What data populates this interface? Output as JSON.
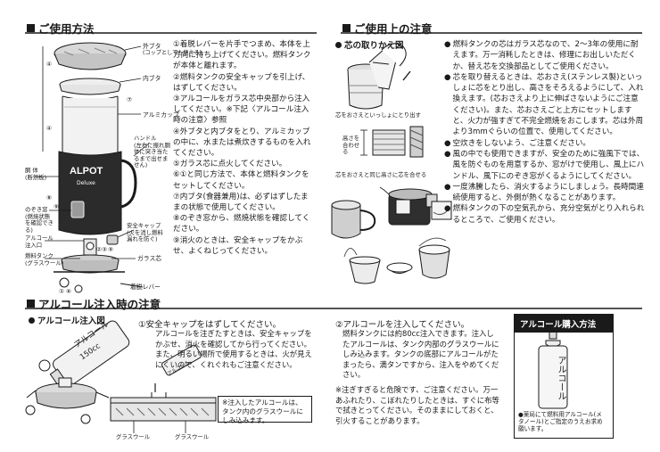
{
  "usage": {
    "title": "ご使用方法",
    "parts": {
      "outer_lid": "外ブタ",
      "outer_lid_note": "(コップとしても使える)",
      "inner_lid": "内ブタ",
      "aluminum_cup": "アルミカップ",
      "handle": "ハンドル",
      "handle_note": "(左右に振れ胴体に突き当たるまで出せません)",
      "body": "胴 体",
      "body_note": "(断熱板)",
      "window": "のぞき窓",
      "window_note": "(燃焼状態を確認できる)",
      "alcohol_inlet": "アルコール注入口",
      "fuel_tank": "燃料タンク",
      "fuel_tank_note": "(グラスウール)",
      "safety_cap": "安全キャップ",
      "safety_cap_note": "(火を消し燃料漏れを防ぐ)",
      "glass_core": "ガラス芯",
      "release_lever": "着脱レバー",
      "brand": "ALPOT",
      "brand_sub": "Deluxe"
    },
    "num_marks": [
      "④",
      "⑦",
      "④",
      "⑨",
      "⑧",
      "②",
      "③",
      "⑨",
      "①",
      "⑥"
    ],
    "steps": [
      "①着脱レバーを片手でつまめ、本体を上方向に持ち上げてください。燃料タンクが本体と離れます。",
      "②燃料タンクの安全キャップを引上げ、はずしてください。",
      "③アルコールをガラス芯中央部から注入してください。※下記〈アルコール注入時の注意〉参照",
      "④外ブタと内ブタをとり、アルミカップの中に、水または煮炊きするものを入れてください。",
      "⑤ガラス芯に点火してください。",
      "⑥①と同じ方法で、本体と燃料タンクをセットしてください。",
      "⑦内ブタ(食器兼用)は、必ずはずしたままの状態で使用してください。",
      "⑧のぞき窓から、燃焼状態を確認してください。",
      "⑨消火のときは、安全キャップをかぶせ、よくねじってください。"
    ]
  },
  "caution": {
    "title": "ご使用上の注意",
    "wick_title": "芯の取りかえ図",
    "wick_caption1": "芯をおさえといっしょにとり出す",
    "wick_caption2": "芯をおさえと同じ高さに芯を合せる",
    "wick_height_label": "高さを合わせる",
    "notes": [
      "燃料タンクの芯はガラス芯なので、2〜3年の使用に耐えます。万一消耗したときは、修理にお出しいただくか、替え芯を交換部品としてご使用ください。",
      "芯を取り替えるときは、芯おさえ(ステンレス製)といっしょに芯をとり出し、高さをそろえるようにして、入れ換えます。(芯おさえより上に伸ばさないようにご注意ください)。また、芯おさえごと上方にセットしますと、火力が強すぎて不完全燃焼をおこします。芯は外周より3mmぐらいの位置で、使用してください。",
      "空炊きをしないよう、ご注意ください。",
      "風の中でも使用できますが、安全のために強風下では、風を防ぐものを用意するか、窓がけで使用し、風上にハンドル、風下にのぞき窓がくるようにしてください。",
      "一度沸騰したら、消火するようにしましょう。長時間連続使用すると、外側が熱くなることがあります。",
      "燃料タンクの下の空気孔から、充分空気がとり入れられるところで、ご使用ください。"
    ]
  },
  "alcohol": {
    "title": "アルコール注入時の注意",
    "diagram_title": "アルコール注入図",
    "bottle_label": "アルコール",
    "bottle_volume": "150cc",
    "small_bottle_label": "アルコール",
    "step1_title": "①安全キャップをはずしてください。",
    "step1_body": "アルコールを注ぎたすときは、安全キャップをかぶせ、消火を確認してから行ってください。また、明るい場所で使用するときは、火が見えにくいので、くれぐれもご注意ください。",
    "note_box": "※注入したアルコールは、タンク内のグラスウールにしみ込みます。",
    "glass_wool1": "グラスウール",
    "glass_wool2": "グラスウール",
    "step2_title": "②アルコールを注入してください。",
    "step2_body": "燃料タンクには約80cc注入できます。注入したアルコールは、タンク内部のグラスウールにしみ込みます。タンクの底部にアルコールがたまったら、満タンですから、注入をやめてください。",
    "step2_note": "※注ぎすぎると危険です、ご注意ください。万一あふれたり、こぼれたりしたときは、すぐに布等で拭きとってください。そのままにしておくと、引火することがあります。",
    "purchase_title": "アルコール購入方法",
    "purchase_bottle": "アルコール",
    "purchase_note": "●薬局にて燃料用アルコール(メタノール)とご指定のうえお求め願います。"
  }
}
